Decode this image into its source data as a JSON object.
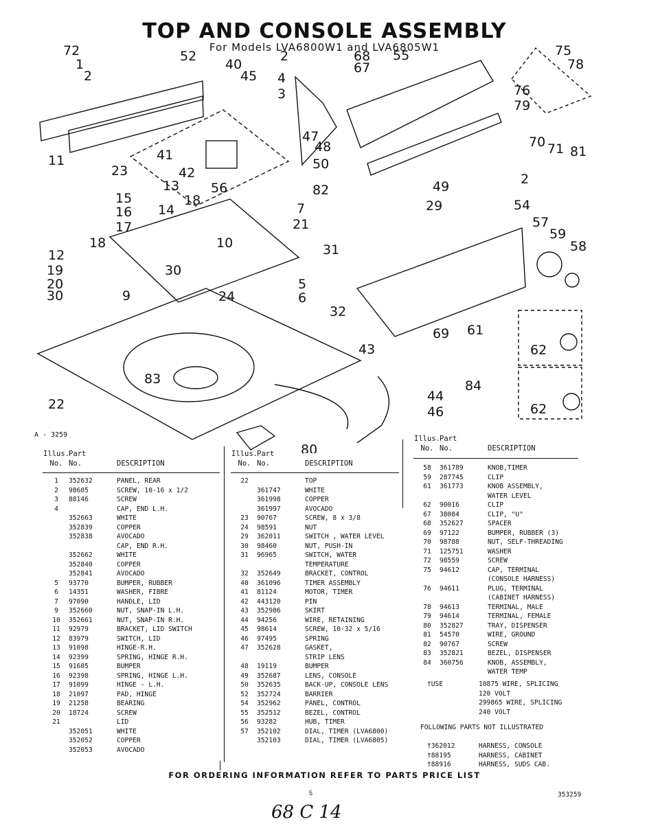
{
  "title": "TOP AND CONSOLE ASSEMBLY",
  "subtitle": "For Models LVA6800W1 and LVA6805W1",
  "figure_code": "A - 3259",
  "callouts": [
    "72",
    "1",
    "2",
    "52",
    "40",
    "45",
    "2",
    "68",
    "67",
    "55",
    "75",
    "78",
    "4",
    "3",
    "76",
    "79",
    "11",
    "41",
    "47",
    "48",
    "50",
    "70",
    "71",
    "81",
    "23",
    "42",
    "56",
    "2",
    "13",
    "15",
    "18",
    "7",
    "82",
    "49",
    "54",
    "16",
    "14",
    "29",
    "21",
    "17",
    "57",
    "59",
    "58",
    "10",
    "31",
    "18",
    "12",
    "19",
    "30",
    "5",
    "20",
    "30",
    "9",
    "24",
    "6",
    "32",
    "69",
    "61",
    "62",
    "84",
    "62",
    "43",
    "83",
    "22",
    "44",
    "46",
    "80"
  ],
  "headers": {
    "illus": "Illus.",
    "no": "No.",
    "part": "Part",
    "part_no": "No.",
    "description": "DESCRIPTION"
  },
  "col1": [
    [
      "1",
      "352632",
      "PANEL, REAR"
    ],
    [
      "2",
      "98605",
      "SCREW, 10-16 x 1/2"
    ],
    [
      "3",
      "88146",
      "SCREW"
    ],
    [
      "4",
      "",
      "CAP, END L.H."
    ],
    [
      "",
      "352663",
      "WHITE"
    ],
    [
      "",
      "352839",
      "COPPER"
    ],
    [
      "",
      "352838",
      "AVOCADO"
    ],
    [
      "",
      "",
      "CAP, END R.H."
    ],
    [
      "",
      "352662",
      "WHITE"
    ],
    [
      "",
      "352840",
      "COPPER"
    ],
    [
      "",
      "352841",
      "AVOCADO"
    ],
    [
      "5",
      "93770",
      "BUMPER, RUBBER"
    ],
    [
      "6",
      "14351",
      "WASHER, FIBRE"
    ],
    [
      "7",
      "97090",
      "HANDLE, LID"
    ],
    [
      "9",
      "352660",
      "NUT, SNAP-IN L.H."
    ],
    [
      "10",
      "352661",
      "NUT, SNAP-IN R.H."
    ],
    [
      "11",
      "92979",
      "BRACKET, LID SWITCH"
    ],
    [
      "12",
      "83979",
      "SWITCH, LID"
    ],
    [
      "13",
      "91098",
      "HINGE-R.H."
    ],
    [
      "14",
      "92399",
      "SPRING, HINGE R.H."
    ],
    [
      "15",
      "91605",
      "BUMPER"
    ],
    [
      "16",
      "92398",
      "SPRING, HINGE L.H."
    ],
    [
      "17",
      "91099",
      "HINGE - L.H."
    ],
    [
      "18",
      "21097",
      "PAD, HINGE"
    ],
    [
      "19",
      "21258",
      "BEARING"
    ],
    [
      "20",
      "18724",
      "SCREW"
    ],
    [
      "21",
      "",
      "LID"
    ],
    [
      "",
      "352051",
      "WHITE"
    ],
    [
      "",
      "352052",
      "COPPER"
    ],
    [
      "",
      "352053",
      "AVOCADO"
    ]
  ],
  "col2": [
    [
      "22",
      "",
      "TOP"
    ],
    [
      "",
      "361747",
      "WHITE"
    ],
    [
      "",
      "361998",
      "COPPER"
    ],
    [
      "",
      "361997",
      "AVOCADO"
    ],
    [
      "23",
      "90767",
      "SCREW, 8 x 3/8"
    ],
    [
      "24",
      "98591",
      "NUT"
    ],
    [
      "29",
      "362011",
      "SWITCH , WATER LEVEL"
    ],
    [
      "30",
      "98460",
      "NUT, PUSH-IN"
    ],
    [
      "31",
      "96965",
      "SWITCH, WATER"
    ],
    [
      "",
      "",
      "TEMPERATURE"
    ],
    [
      "32",
      "352649",
      "BRACKET, CONTROL"
    ],
    [
      "40",
      "361096",
      "TIMER ASSEMBLY"
    ],
    [
      "41",
      "81124",
      "MOTOR, TIMER"
    ],
    [
      "42",
      "443120",
      "PIN"
    ],
    [
      "43",
      "352986",
      "SKIRT"
    ],
    [
      "44",
      "94256",
      "WIRE, RETAINING"
    ],
    [
      "45",
      "98614",
      "SCREW, 10-32 x 5/16"
    ],
    [
      "46",
      "97495",
      "SPRING"
    ],
    [
      "47",
      "352628",
      "GASKET,"
    ],
    [
      "",
      "",
      "STRIP LENS"
    ],
    [
      "48",
      "19119",
      "BUMPER"
    ],
    [
      "49",
      "352687",
      "LENS, CONSOLE"
    ],
    [
      "50",
      "352635",
      "BACK-UP, CONSOLE LENS"
    ],
    [
      "52",
      "352724",
      "BARRIER"
    ],
    [
      "54",
      "352962",
      "PANEL, CONTROL"
    ],
    [
      "55",
      "352512",
      "BEZEL, CONTROL"
    ],
    [
      "56",
      "93282",
      "HUB, TIMER"
    ],
    [
      "57",
      "352102",
      "DIAL, TIMER (LVA6800)"
    ],
    [
      "",
      "352103",
      "DIAL, TIMER (LVA6805)"
    ]
  ],
  "col3": [
    [
      "58",
      "361789",
      "KNOB,TIMER"
    ],
    [
      "59",
      "287745",
      "CLIP"
    ],
    [
      "61",
      "361773",
      "KNOB ASSEMBLY,"
    ],
    [
      "",
      "",
      "WATER LEVEL"
    ],
    [
      "62",
      "90016",
      "CLIP"
    ],
    [
      "67",
      "38084",
      "CLIP, \"U\""
    ],
    [
      "68",
      "352627",
      "SPACER"
    ],
    [
      "69",
      "97122",
      "BUMPER, RUBBER (3)"
    ],
    [
      "70",
      "98788",
      "NUT, SELF-THREADING"
    ],
    [
      "71",
      "125751",
      "WASHER"
    ],
    [
      "72",
      "98559",
      "SCREW"
    ],
    [
      "75",
      "94612",
      "CAP, TERMINAL"
    ],
    [
      "",
      "",
      "(CONSOLE HARNESS)"
    ],
    [
      "76",
      "94611",
      "PLUG, TERMINAL"
    ],
    [
      "",
      "",
      "(CABINET HARNESS)"
    ],
    [
      "78",
      "94613",
      "TERMINAL, MALE"
    ],
    [
      "79",
      "94614",
      "TERMINAL, FEMALE"
    ],
    [
      "80",
      "352827",
      "TRAY, DISPENSER"
    ],
    [
      "81",
      "54570",
      "WIRE, GROUND"
    ],
    [
      "82",
      "90767",
      "SCREW"
    ],
    [
      "83",
      "352821",
      "BEZEL, DISPENSER"
    ],
    [
      "84",
      "360756",
      "KNOB, ASSEMBLY,"
    ],
    [
      "",
      "",
      "WATER TEMP"
    ]
  ],
  "use_notes": [
    [
      "†USE",
      "10875 WIRE, SPLICING"
    ],
    [
      "",
      "120 VOLT"
    ],
    [
      "",
      "299865 WIRE, SPLICING"
    ],
    [
      "",
      "240 VOLT"
    ]
  ],
  "not_illustrated_heading": "FOLLOWING PARTS NOT ILLUSTRATED",
  "not_illustrated": [
    [
      "†362012",
      "HARNESS, CONSOLE"
    ],
    [
      "†88195",
      "HARNESS, CABINET"
    ],
    [
      "†88916",
      "HARNESS, SUDS CAB."
    ]
  ],
  "footer": "FOR ORDERING INFORMATION REFER TO PARTS PRICE LIST",
  "page_number": "5",
  "doc_number": "353259",
  "handwritten": "68 C 14"
}
